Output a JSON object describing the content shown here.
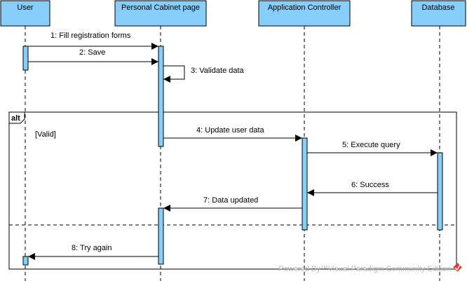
{
  "lifelines": [
    {
      "name": "User"
    },
    {
      "name": "Personal Cabinet page"
    },
    {
      "name": "Application Controller"
    },
    {
      "name": "Database"
    }
  ],
  "messages": [
    {
      "n": "1",
      "label": "Fill registration forms"
    },
    {
      "n": "2",
      "label": "Save"
    },
    {
      "n": "3",
      "label": "Validate data"
    },
    {
      "n": "4",
      "label": "Update user data"
    },
    {
      "n": "5",
      "label": "Execute query"
    },
    {
      "n": "6",
      "label": "Success"
    },
    {
      "n": "7",
      "label": "Data updated"
    },
    {
      "n": "8",
      "label": "Try again"
    }
  ],
  "fragment": {
    "operator": "alt",
    "guard": "[Valid]"
  },
  "watermark": "Powered By™Visual Paradigm Community Edition",
  "colors": {
    "lifeline_fill": "#87CEFA",
    "activation_fill": "#87CEFA",
    "line": "#000000",
    "watermark_logo": "#E03C31"
  }
}
